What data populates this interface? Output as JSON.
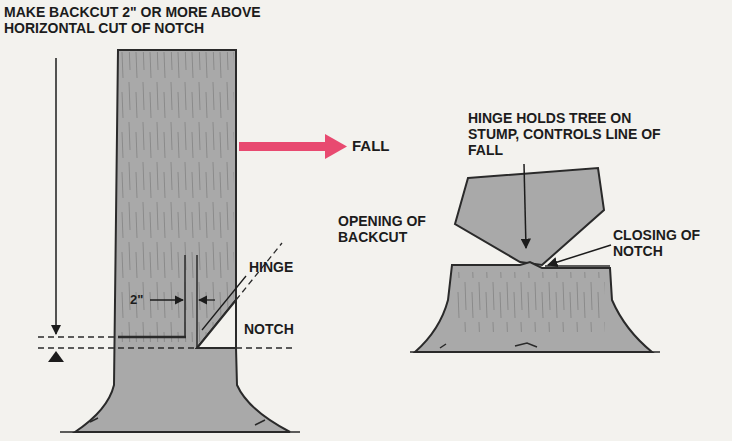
{
  "diagram": {
    "labels": [
      "MAKE BACKCUT 2\" OR MORE ABOVE HORIZONTAL CUT OF NOTCH",
      "FALL",
      "HINGE",
      "2\"",
      "NOTCH",
      "HINGE HOLDS TREE ON STUMP, CONTROLS LINE OF FALL",
      "OPENING OF BACKCUT",
      "CLOSING OF NOTCH"
    ]
  }
}
